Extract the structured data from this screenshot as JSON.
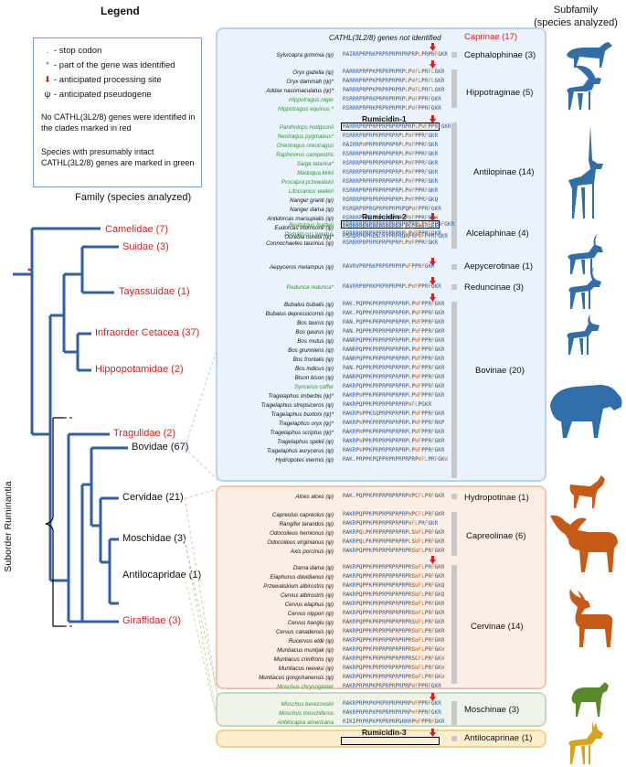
{
  "legend": {
    "title": "Legend",
    "items": [
      {
        "symbol": ".",
        "text": "- stop codon"
      },
      {
        "symbol": "*",
        "text": "- part of the gene was identified"
      },
      {
        "symbol": "⬇",
        "text": "- anticipated processing site"
      },
      {
        "symbol": "ψ",
        "text": "- anticipated pseudogene"
      }
    ],
    "note1": "No CATHL(3L2/8) genes were identified in the clades marked in red",
    "note2": "Species with presumably intact CATHL(3L2/8) genes are marked in green"
  },
  "family_header": "Family (species analyzed)",
  "suborder": "Suborder Ruminantia",
  "families": [
    {
      "label": "Camelidae (7)",
      "red": true
    },
    {
      "label": "Suidae (3)",
      "red": true
    },
    {
      "label": "Tayassuidae (1)",
      "red": true
    },
    {
      "label": "Infraorder Cetacea (37)",
      "red": true
    },
    {
      "label": "Hippopotamidae (2)",
      "red": true
    },
    {
      "label": "Tragulidae (2)",
      "red": true
    },
    {
      "label": "Bovidae (67)",
      "red": false
    },
    {
      "label": "Cervidae (21)",
      "red": false
    },
    {
      "label": "Moschidae (3)",
      "red": false
    },
    {
      "label": "Antilocapridae (1)",
      "red": false
    },
    {
      "label": "Giraffidae (3)",
      "red": true
    }
  ],
  "subfamily_header": "Subfamily\n(species analyzed)",
  "caprinae_note": "CATHL(3L2/8) genes not identified",
  "subfamilies": [
    {
      "label": "Caprinae (17)",
      "red": true
    },
    {
      "label": "Cephalophinae (3)"
    },
    {
      "label": "Hippotraginae (5)"
    },
    {
      "label": "Antilopinae (14)"
    },
    {
      "label": "Alcelaphinae (4)"
    },
    {
      "label": "Aepycerotinae (1)"
    },
    {
      "label": "Reduncinae (3)"
    },
    {
      "label": "Bovinae (20)"
    },
    {
      "label": "Hydropotinae (1)"
    },
    {
      "label": "Capreolinae (6)"
    },
    {
      "label": "Cervinae (14)"
    },
    {
      "label": "Moschinae (3)"
    },
    {
      "label": "Antilocaprinae (1)"
    }
  ],
  "rumicidins": [
    "Rumicidin-1",
    "Rumicidin-2",
    "Rumicidin-3"
  ],
  "species": [
    {
      "name": "Sylvicapra grimmia (ψ)",
      "seq": "RAIRRPRPRKPRPRPRPRPRPRPLPRPRFGKR",
      "green": false
    },
    {
      "name": "Oryx gazella (ψ)",
      "seq": "RARRRPRPPKPRPRPRPRPLPWFLPRFLGKR",
      "green": false
    },
    {
      "name": "Oryx dammah (ψ)*",
      "seq": "RARRRPRPPKPRPRPRPRPLPWFLPRFLGKR",
      "green": false
    },
    {
      "name": "Addax nasomaculatus (ψ)*",
      "seq": "RARRRPRPPKPRPRPRPRPLPWFLPRFLGKR",
      "green": false
    },
    {
      "name": "Hippotragus niger",
      "seq": "RSRRRPRPRKPRPRPRPRPLPWFPPRFGKR",
      "green": true
    },
    {
      "name": "Hippotragus equinus *",
      "seq": "RSRRRPRPRKPRPRPRPRPLPWFPPRFGKR",
      "green": true
    },
    {
      "name": "Pantholops hodgsonii",
      "seq": "RARRRPRPPRPPRPRPRPRPRPLPWFPPRFGKR",
      "green": true
    },
    {
      "name": "Neotragus pygmaeus*",
      "seq": "RSRRRPRPRPRPRPRPRPLPWFPPRFGKR",
      "green": true
    },
    {
      "name": "Oreotragus oreotragus",
      "seq": "RAIRRPWPRPRPRPRPRPLPWFPPRFGKR",
      "green": true
    },
    {
      "name": "Raphicerus campestris",
      "seq": "RSRRRPRPRPRPRPRPRPLPWFPPRFGKR",
      "green": true
    },
    {
      "name": "Saiga tatarica*",
      "seq": "RSRRRPRPRPRPRPRPRPLPWFPPRFGKR",
      "green": true
    },
    {
      "name": "Madoqua kirkii",
      "seq": "RSRRRPRPRPRPRPRPRPLPWFPPRFGKR",
      "green": true
    },
    {
      "name": "Procapra przewalskii",
      "seq": "RSRRRPRPRPRPRPRPRPLPWFPPRFGKR",
      "green": true
    },
    {
      "name": "Litocranius walleri",
      "seq": "RSRRRPRPRPRPRPRPRPLPWFPPRFGKR",
      "green": true
    },
    {
      "name": "Nanger granti (ψ)",
      "seq": "RSRRRPRPRPRPRPRPRPLPWFPPRFGKQ",
      "green": false
    },
    {
      "name": "Nanger dama (ψ)",
      "seq": "RSRQRPRPRGPRPRPRPRPQPWFPPRFGKR",
      "green": false
    },
    {
      "name": "Antidorcas marsupialis (ψ)",
      "seq": "RSRRRPRPRPRPRPRPRPLPWFPPRFGKW",
      "green": false
    },
    {
      "name": "Eudorcas thomsonii (ψ)",
      "seq": "RSRRRPRPRPRPRPRPRPLPWFPPRFGKR",
      "green": false
    },
    {
      "name": "Ourebia ourebi (ψ)*",
      "seq": "RSRQRPRPRENLRYPRPRQRPRPWFPPRFGKR",
      "green": false
    },
    {
      "name": "Beatragus hunteri",
      "seq": "RDRRRRPRPRPRPRPRPRPRPRPLPWFPPRFGKR",
      "green": true
    },
    {
      "name": "Damaliscus lunatus",
      "seq": "RDRRRRPRPRPRPRPRPRPLPWFPPRFGKR",
      "green": true
    },
    {
      "name": "Connochaetes taurinus (ψ)",
      "seq": "RSRRRPRPRPRPRPRPRPLPWFPPRFGKR",
      "green": false
    },
    {
      "name": "Aepyceros melampus (ψ)",
      "seq": "RAVRVPRPRKPRPRPRPRPWFPPRFGKR",
      "green": false
    },
    {
      "name": "Redunca redunca*",
      "seq": "RAVRRPRPRKPRPRPRPRPLPWFPPRFGKR",
      "green": true
    },
    {
      "name": "Bubalus bubalis (ψ)",
      "seq": "RAK.PQPPKPRPRPRPRPRPLPWFPPRFGKR",
      "green": false
    },
    {
      "name": "Bubalus depressicornis (ψ)",
      "seq": "RAK.PQPPKPRPRPRPRPRPLPWFPPRFGKR",
      "green": false
    },
    {
      "name": "Bos taurus (ψ)",
      "seq": "RAN.PQPPKPRPRPRPRPRPLPWFPPRFGKR",
      "green": false
    },
    {
      "name": "Bos gaurus (ψ)",
      "seq": "RAN.PQPPKPRPRPRPRPRPLPWFPPRFGKR",
      "green": false
    },
    {
      "name": "Bos mutus (ψ)",
      "seq": "RANRPQPPKPRPRPRPRPRPLPWFPPRFGKR",
      "green": false
    },
    {
      "name": "Bos grunniens (ψ)",
      "seq": "RANRPQPPKPRPRPRPRPRPLPWFPPRFGKR",
      "green": false
    },
    {
      "name": "Bos frontalis (ψ)",
      "seq": "RANRPQPPKPRPRPRPRPRPLPWFPPRFGKR",
      "green": false
    },
    {
      "name": "Bos indicus (ψ)",
      "seq": "RAN.PQPPKPRPRPRPRPRPLPWFPPRFGKR",
      "green": false
    },
    {
      "name": "Bison bison (ψ)",
      "seq": "RANRPQPPKPRPRPRPRPRPLPWFPPRFGKR",
      "green": false
    },
    {
      "name": "Syncerus caffer",
      "seq": "RAKRPQPPKPRPRPRPRPRPLPWFPPRFGKR",
      "green": true
    },
    {
      "name": "Tragelaphus imberbis (ψ)*",
      "seq": "RAKRPWPPKPRPRPRPRPRPLPWFPPRFGKR",
      "green": false
    },
    {
      "name": "Tragelaphus strepsiceros (ψ)",
      "seq": "RAKRPQPPKPRPRPRPRPRPWFLPGKR",
      "green": false
    },
    {
      "name": "Tragelaphus buxtoni (ψ)*",
      "seq": "RAKRPWPPKSQPRPRPRPRPLPWFPPRFGKR",
      "green": false
    },
    {
      "name": "Tragelaphus oryx (ψ)*",
      "seq": "RAKRPWPPKPRPRPRPRPRPLPWFPPRFRKP",
      "green": false
    },
    {
      "name": "Tragelaphus scriptus (ψ)*",
      "seq": "RAKRPWPPKPRPRPRPRPRPLPWFPPRFGKR",
      "green": false
    },
    {
      "name": "Tragelaphus spekii (ψ)",
      "seq": "RAKRPWPPKPRPRPRPRPRPLPWFPPRFGKR",
      "green": false
    },
    {
      "name": "Tragelaphus eurycerus (ψ)",
      "seq": "RAKRPWPPKPRPRPRPRPRPLPWFPPRFGKR",
      "green": false
    },
    {
      "name": "Hydropotes inermis (ψ)",
      "seq": "RAK.PRPPKPQPPRPRPRPRPRPWFLPRFGKW",
      "green": false
    },
    {
      "name": "Alces alces (ψ)",
      "seq": "RAK.PQPPKPRPRPRPRPRPWPCFLPRFGKR",
      "green": false
    },
    {
      "name": "Capreolus capreolus (ψ)",
      "seq": "RAKRPQPPKPRPRPRPRPRPWPCFLPRFGKR",
      "green": false
    },
    {
      "name": "Rangifer tarandus (ψ)",
      "seq": "RAKRPQPPKPRPRPRPRPRPWFLPRFGKR",
      "green": false
    },
    {
      "name": "Odocoileus hemionus (ψ)",
      "seq": "RAKRPQLPKPRPRPRPRPRPLSWFLPRFGKR",
      "green": false
    },
    {
      "name": "Odocoileus virginianus (ψ)",
      "seq": "RAKRPQLPKPRPRPRPRPRPLSWFLPRFGKR",
      "green": false
    },
    {
      "name": "Axis porcinus (ψ)",
      "seq": "RAKRPQPPKPRPRPRPRPRPRSWFLPRFGKR",
      "green": false
    },
    {
      "name": "Dama dama (ψ)",
      "seq": "RAKRPQPPKPRPRPRPRPRPRSWFLPRFGKR",
      "green": false
    },
    {
      "name": "Elaphurus davidianus (ψ)",
      "seq": "RAKRPQPPKPRPRPRPRPRPRSWFLPRFGKR",
      "green": false
    },
    {
      "name": "Przewalskium albirostris (ψ)",
      "seq": "RAKRPQPPKPRPRPRPRPRPRSWFLPRFGKQ",
      "green": false
    },
    {
      "name": "Cervus albirostris (ψ)",
      "seq": "RAKRPQPPKPRPRPRPRPRPRSWFLPRFGKQ",
      "green": false
    },
    {
      "name": "Cervus elaphus (ψ)",
      "seq": "RAKRPQPPKPRPRPRPRPRPRSWFLPRFGKR",
      "green": false
    },
    {
      "name": "Cervus nippon (ψ)",
      "seq": "RAKRPQPPKPRPRPRPRPRPRSWFLPRFGKR",
      "green": false
    },
    {
      "name": "Cervus hanglu (ψ)",
      "seq": "RAKRPQPPKPRPRPRPRPRPRSWFLPRFGKR",
      "green": false
    },
    {
      "name": "Cervus canadensis (ψ)",
      "seq": "RAKRPQPPKPRPRPRPRPRPRSWFLPRFGKR",
      "green": false
    },
    {
      "name": "Rucervus eldii (ψ)",
      "seq": "RAKRPQPPKPRPRPRPRPRPRSWFLPRFGKR",
      "green": false
    },
    {
      "name": "Muntiacus muntjak (ψ)",
      "seq": "RAKRPQPPKPRPRPRPRPRPRSWFLPRFGKW",
      "green": false
    },
    {
      "name": "Muntiacus crinifrons (ψ)",
      "seq": "RAKRPQPPKPRPRPRPRPRPRSCFLPRFGKW",
      "green": false
    },
    {
      "name": "Muntiacus reevesi (ψ)",
      "seq": "RAKRPQPPKPRPRPRPRPRPRSWFLPRFGKW",
      "green": false
    },
    {
      "name": "Muntiacus gongshanensis (ψ)",
      "seq": "RAKRPQPPKPRPRPRPRPRPRSWFLPRFGKW",
      "green": false
    },
    {
      "name": "Moschus chrysogaster",
      "seq": "RAKRPRPRPKPRPRPRPRPRPWFPPRFGKR",
      "green": true
    },
    {
      "name": "Moschus berezovskii",
      "seq": "RAKRPRPRPKPRPRPRPRPRPWFPPRFGKR",
      "green": true
    },
    {
      "name": "Moschus moschiferus",
      "seq": "RAKRPRPRPKPRPRPRPRPRPWFPPRFGKR",
      "green": true
    },
    {
      "name": "Antilocapra americana",
      "seq": "RIKIPRPRPKPRPRPRPGRRRPWFPPRFGKR",
      "green": true
    }
  ],
  "colors": {
    "red": "#d62020",
    "green": "#2a9a2a",
    "tree_blue": "#2e5fa8",
    "bovid_panel": "#eaf3fb",
    "cervid_panel": "#fbeee4",
    "moschid_panel": "#eef4ea",
    "antilocaprid_panel": "#fdeecd",
    "bovid_animal": "#2f6ea8",
    "cervid_animal": "#c65a17",
    "moschid_animal": "#5a8a2a",
    "antilocaprid_animal": "#d9a21a"
  }
}
